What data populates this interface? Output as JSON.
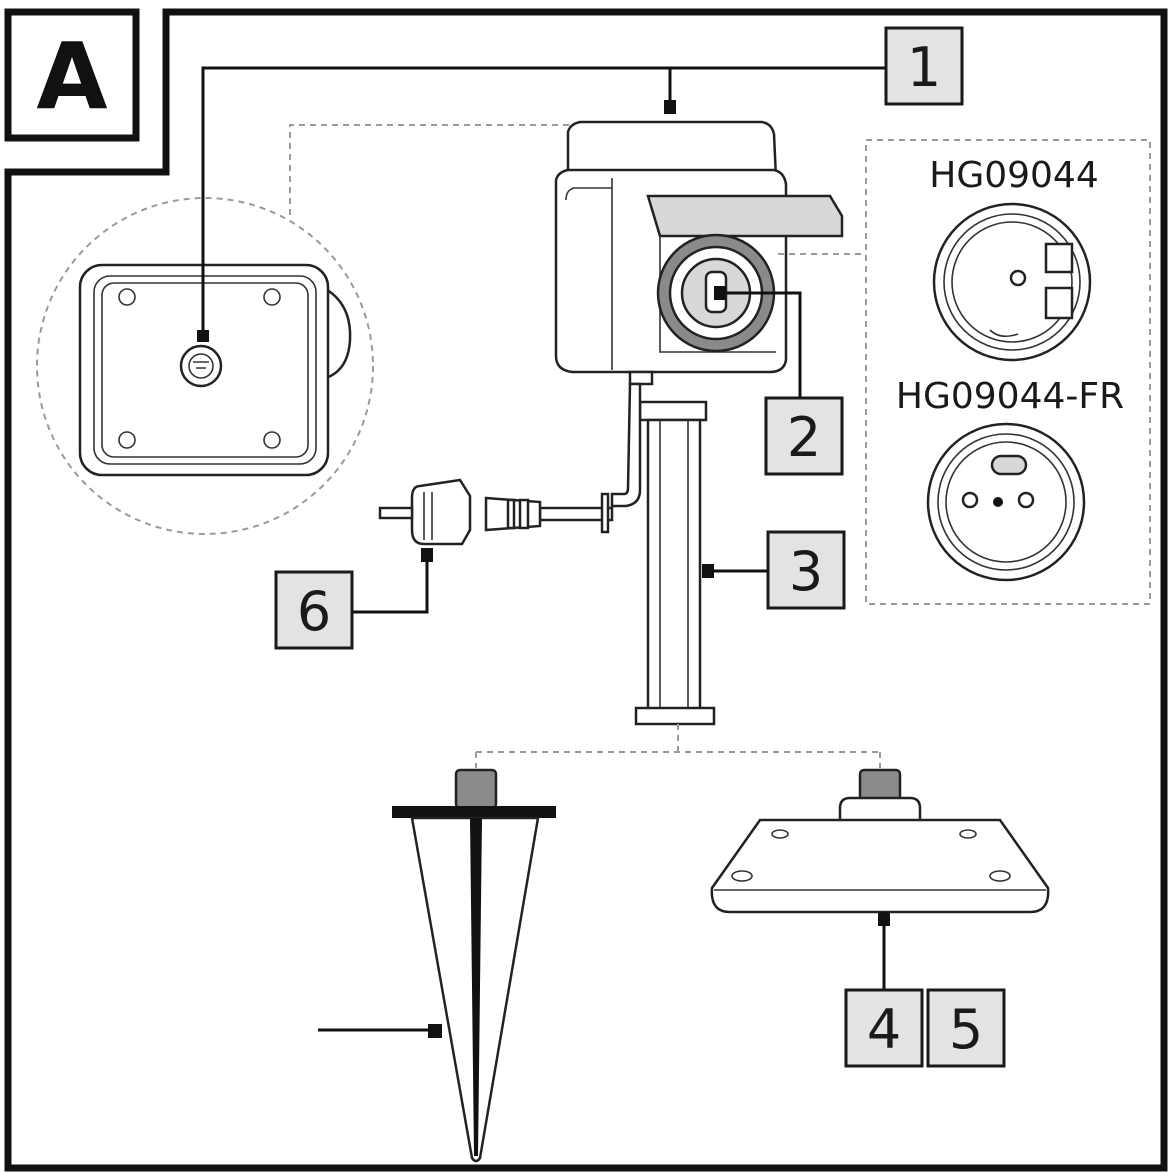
{
  "figure": {
    "badge": "A",
    "callouts": {
      "c1": "1",
      "c2": "2",
      "c3": "3",
      "c4": "4",
      "c5": "5",
      "c6": "6"
    },
    "models": {
      "standard": "HG09044",
      "french": "HG09044-FR"
    }
  }
}
